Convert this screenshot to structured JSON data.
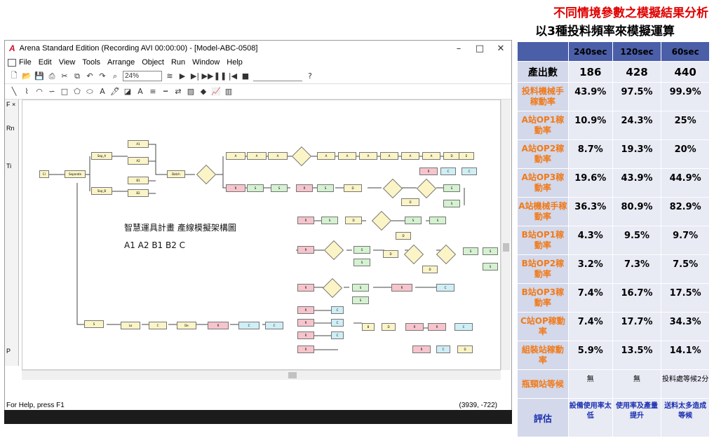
{
  "slide": {
    "title": "不同情境參數之模擬結果分析",
    "subtitle": "以3種投料頻率來模擬運算"
  },
  "window": {
    "logo": "A",
    "title": "Arena Standard Edition (Recording AVI 00:00:00) - [Model-ABC-0508]",
    "menus": [
      "File",
      "Edit",
      "View",
      "Tools",
      "Arrange",
      "Object",
      "Run",
      "Window",
      "Help"
    ],
    "zoom": "24%",
    "left_panel_items": [
      "F ×",
      "Rn",
      "Ti",
      "P"
    ],
    "status_help": "For Help, press F1",
    "status_coords": "(3939, -722)"
  },
  "canvas": {
    "annotation_title": "智慧運具計畫  產線模擬架構圖",
    "annotation_labels": "A1  A2  B1  B2  C"
  },
  "table": {
    "headers": [
      "240sec",
      "120sec",
      "60sec"
    ],
    "rows": [
      {
        "label": "產出數",
        "values": [
          "186",
          "428",
          "440"
        ]
      },
      {
        "label": "投料機械手稼動率",
        "values": [
          "43.9%",
          "97.5%",
          "99.9%"
        ]
      },
      {
        "label": "A站OP1稼動率",
        "values": [
          "10.9%",
          "24.3%",
          "25%"
        ]
      },
      {
        "label": "A站OP2稼動率",
        "values": [
          "8.7%",
          "19.3%",
          "20%"
        ]
      },
      {
        "label": "A站OP3稼動率",
        "values": [
          "19.6%",
          "43.9%",
          "44.9%"
        ]
      },
      {
        "label": "A站機械手稼動率",
        "values": [
          "36.3%",
          "80.9%",
          "82.9%"
        ]
      },
      {
        "label": "B站OP1稼動率",
        "values": [
          "4.3%",
          "9.5%",
          "9.7%"
        ]
      },
      {
        "label": "B站OP2稼動率",
        "values": [
          "3.2%",
          "7.3%",
          "7.5%"
        ]
      },
      {
        "label": "B站OP3稼動率",
        "values": [
          "7.4%",
          "16.7%",
          "17.5%"
        ]
      },
      {
        "label": "C站OP稼動率",
        "values": [
          "7.4%",
          "17.7%",
          "34.3%"
        ]
      },
      {
        "label": "組裝站稼動率",
        "values": [
          "5.9%",
          "13.5%",
          "14.1%"
        ]
      },
      {
        "label": "瓶頸站等候",
        "values": [
          "無",
          "無",
          "投料處等候2分"
        ]
      },
      {
        "label": "評估",
        "values": [
          "設備使用率太低",
          "使用率及產量提升",
          "送料太多造成等候"
        ]
      }
    ]
  },
  "colors": {
    "title_red": "#e00000",
    "header_blue": "#4b5ea8",
    "label_orange": "#f07a1a",
    "eval_blue": "#1a2fb0",
    "cell_bg": "#e8eaf4",
    "label_bg": "#d3d8ea"
  }
}
